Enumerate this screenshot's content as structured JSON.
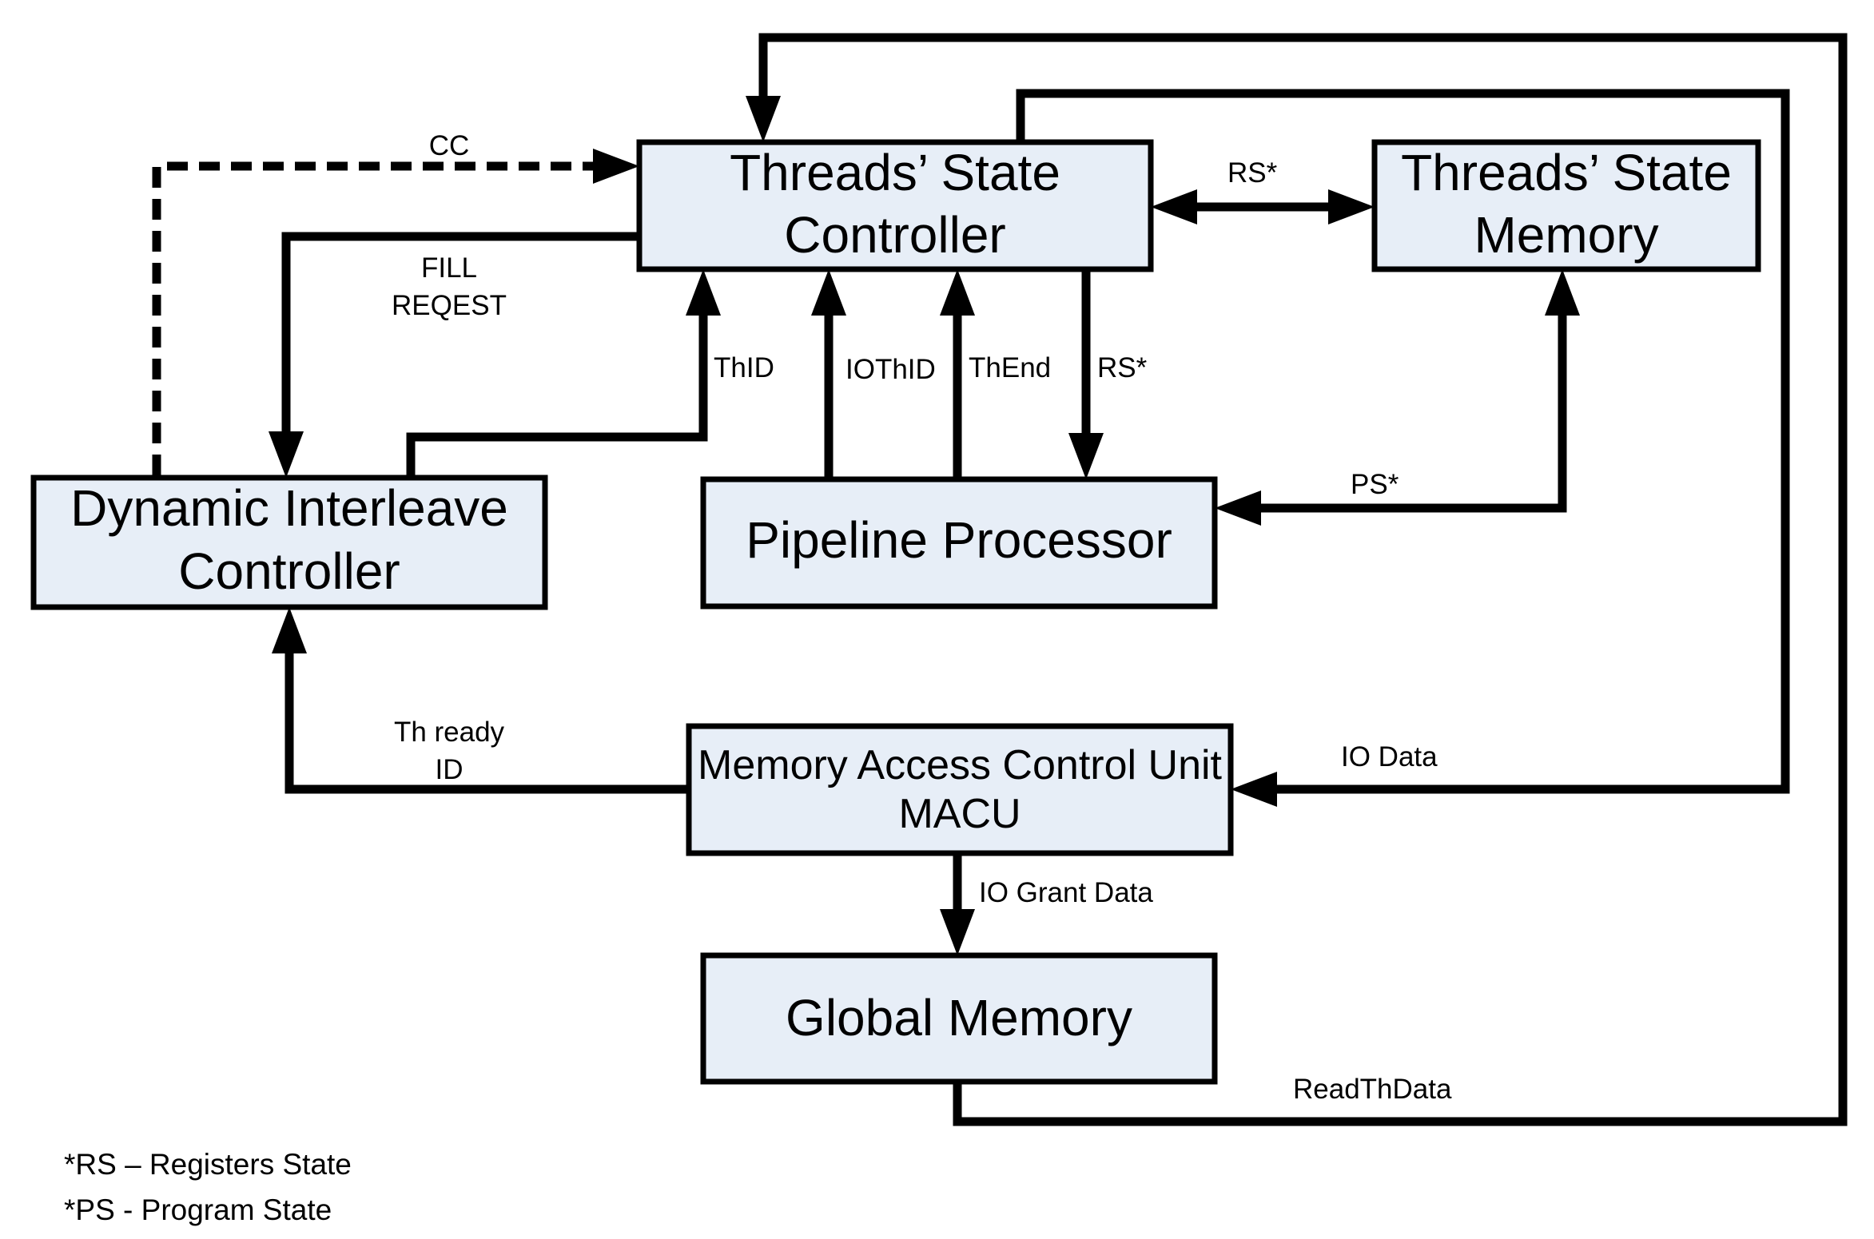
{
  "blocks": {
    "tsc": {
      "line1": "Threads’ State",
      "line2": "Controller"
    },
    "tsm": {
      "line1": "Threads’ State",
      "line2": "Memory"
    },
    "dic": {
      "line1": "Dynamic Interleave",
      "line2": "Controller"
    },
    "pp": {
      "line1": "Pipeline Processor"
    },
    "macu": {
      "line1": "Memory Access Control Unit",
      "line2": "MACU"
    },
    "gm": {
      "line1": "Global Memory"
    }
  },
  "signals": {
    "cc": "CC",
    "fill_1": "FILL",
    "fill_2": "REQEST",
    "rs_top": "RS*",
    "thid": "ThID",
    "iothid": "IOThID",
    "thend": "ThEnd",
    "rs_down": "RS*",
    "ps": "PS*",
    "thready_1": "Th ready",
    "thready_2": "ID",
    "iodata": "IO Data",
    "iogrant": "IO Grant Data",
    "readth": "ReadThData"
  },
  "notes": {
    "rs": "*RS – Registers State",
    "ps": "*PS - Program State"
  }
}
